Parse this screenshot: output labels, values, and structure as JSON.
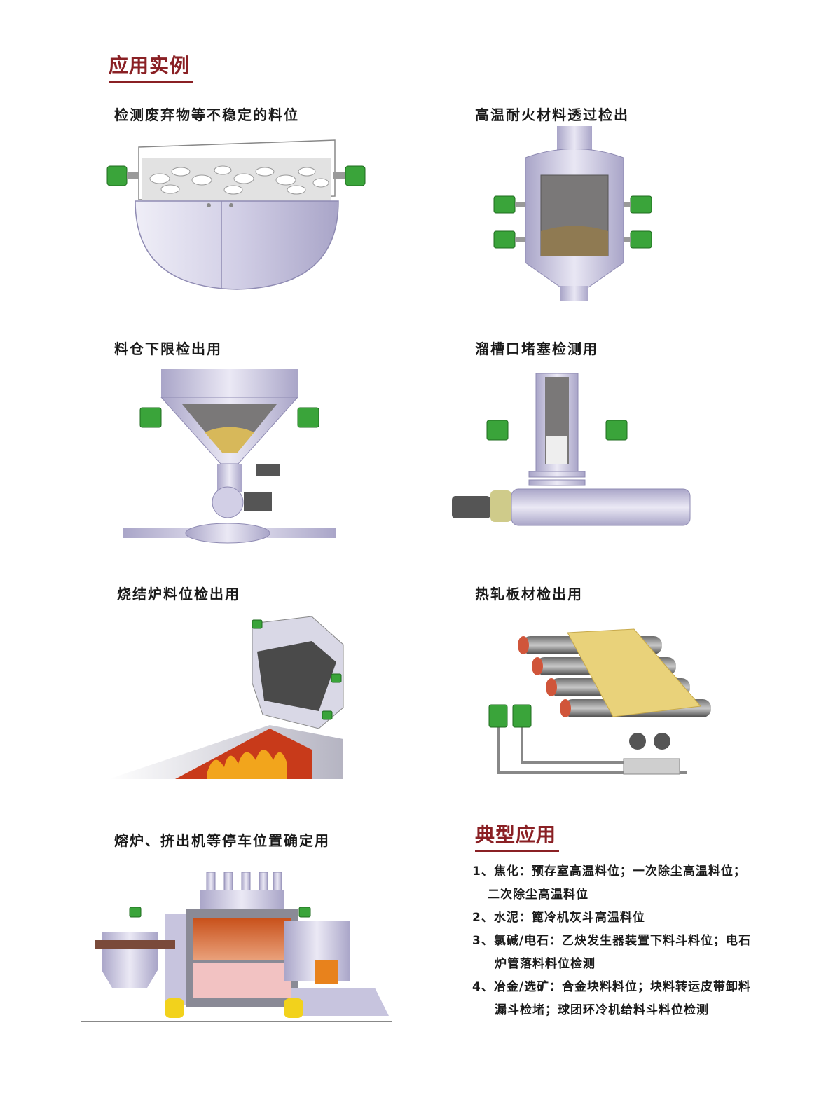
{
  "section_title": "应用实例",
  "examples": [
    {
      "caption": "检测废弃物等不稳定的料位"
    },
    {
      "caption": "高温耐火材料透过检出"
    },
    {
      "caption": "料仓下限检出用"
    },
    {
      "caption": "溜槽口堵塞检测用"
    },
    {
      "caption": "烧结炉料位检出用"
    },
    {
      "caption": "热轧板材检出用"
    },
    {
      "caption": "熔炉、挤出机等停车位置确定用"
    }
  ],
  "typical": {
    "title": "典型应用",
    "lines": [
      "1、焦化：预存室高温料位；一次除尘高温料位；",
      "二次除尘高温料位",
      "2、水泥：篦冷机灰斗高温料位",
      "3、氯碱/电石：乙炔发生器装置下料斗料位；电石",
      "炉管落料料位检测",
      "4、冶金/选矿：合金块料料位；块料转运皮带卸料",
      "漏斗检堵；球团环冷机给料斗料位检测"
    ]
  },
  "colors": {
    "accent": "#8a2024",
    "sensor_green": "#3aa43a",
    "vessel_lavender": "#c9c6e0",
    "material_tan": "#b59a6a",
    "flame_orange": "#e8541c"
  }
}
